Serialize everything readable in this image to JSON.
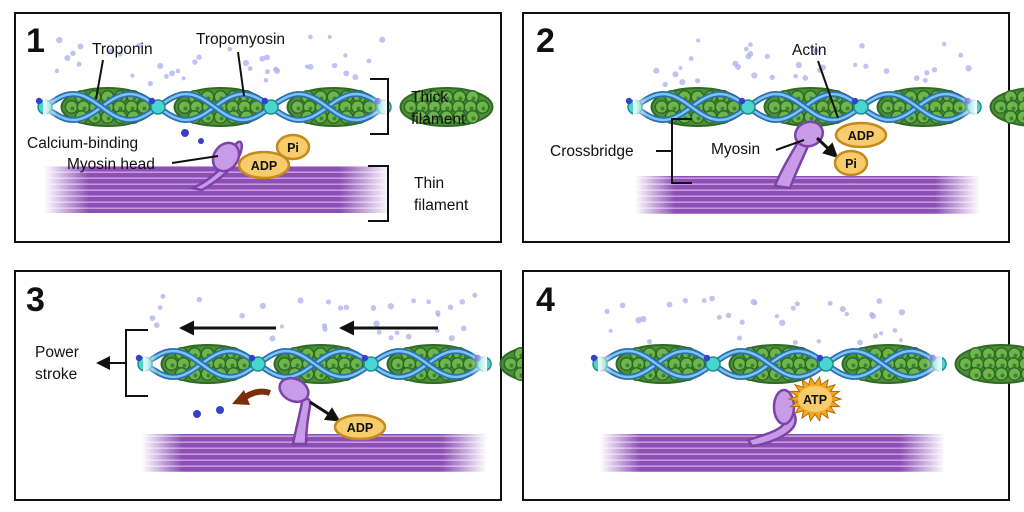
{
  "colors": {
    "thin_filament_purple": "#8d4fb3",
    "thin_filament_light": "#b88fd8",
    "myosin_head": "#c79be8",
    "myosin_outline": "#7d43a8",
    "actin_green": "#5fa843",
    "actin_dark": "#2f6a25",
    "tropomyosin_blue": "#3d8fd6",
    "troponin_cyan": "#49d6d0",
    "calcium_blue": "#3940c8",
    "phosphate_fill": "#f6cc6c",
    "phosphate_outline": "#c48a1c",
    "atp_starburst": "#f2a71f",
    "brown_arrow": "#7a2f08"
  },
  "panels": [
    {
      "number": "1",
      "labels": {
        "troponin": "Troponin",
        "tropomyosin": "Tropomyosin",
        "calcium_binding": "Calcium-binding",
        "myosin_head": "Myosin head",
        "thick_filament": [
          "Thick",
          "filament"
        ],
        "thin_filament": [
          "Thin",
          "filament"
        ]
      },
      "molecules": [
        "Pi",
        "ADP"
      ]
    },
    {
      "number": "2",
      "labels": {
        "actin": "Actin",
        "crossbridge": "Crossbridge",
        "myosin": "Myosin"
      },
      "molecules": [
        "ADP",
        "Pi"
      ]
    },
    {
      "number": "3",
      "labels": {
        "power_stroke": [
          "Power",
          "stroke"
        ]
      },
      "molecules": [
        "ADP"
      ]
    },
    {
      "number": "4",
      "labels": {},
      "molecules": [
        "ATP"
      ]
    }
  ]
}
